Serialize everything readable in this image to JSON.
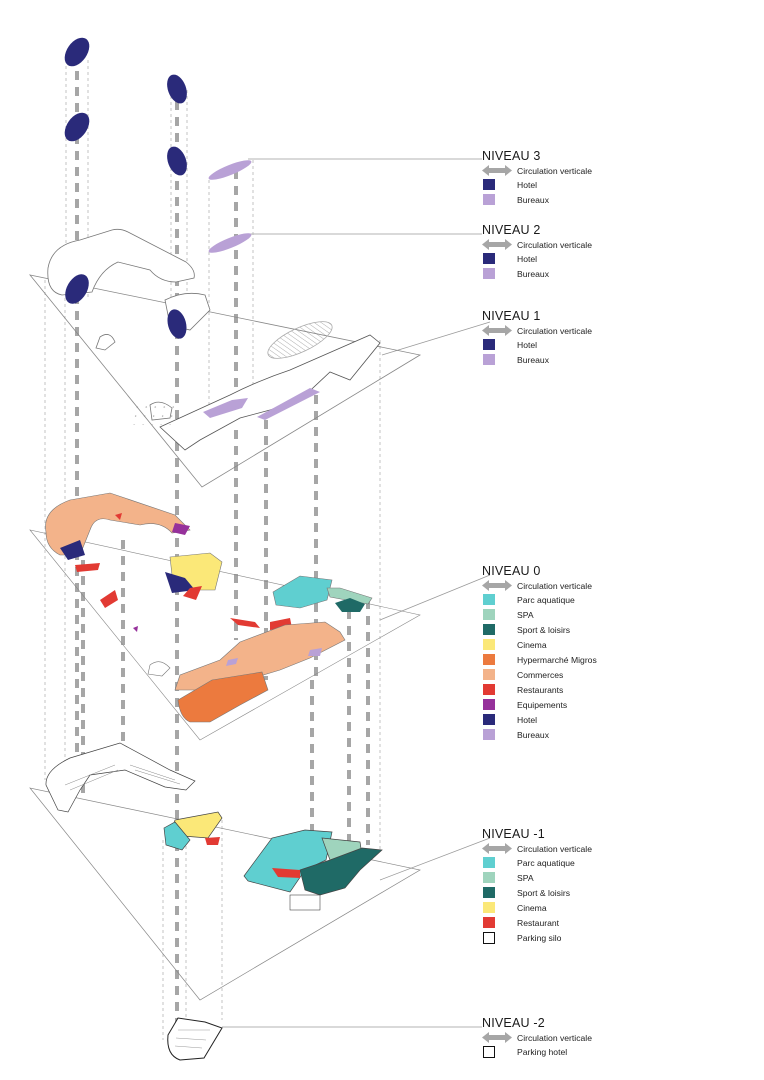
{
  "title": "Exploded axonometric — vertical circulation by level",
  "colors": {
    "hotel": "#2a2a7a",
    "bureaux": "#b9a1d6",
    "parc_aquatique": "#5fcfd0",
    "spa": "#9fd4bd",
    "sport_loisirs": "#1f6a66",
    "cinema": "#fbe878",
    "hypermarche": "#ec7a3e",
    "commerces": "#f3b38a",
    "restaurants": "#e23a33",
    "equipements": "#96319b",
    "circulation": "#a6a6a6",
    "parking": "#ffffff"
  },
  "levels": [
    {
      "id": "niveau-3",
      "title": "NIVEAU 3",
      "items": [
        {
          "label": "Circulation verticale",
          "icon": "double-arrow-icon"
        },
        {
          "label": "Hotel",
          "color": "#2a2a7a"
        },
        {
          "label": "Bureaux",
          "color": "#b9a1d6"
        }
      ]
    },
    {
      "id": "niveau-2",
      "title": "NIVEAU 2",
      "items": [
        {
          "label": "Circulation verticale",
          "icon": "double-arrow-icon"
        },
        {
          "label": "Hotel",
          "color": "#2a2a7a"
        },
        {
          "label": "Bureaux",
          "color": "#b9a1d6"
        }
      ]
    },
    {
      "id": "niveau-1",
      "title": "NIVEAU 1",
      "items": [
        {
          "label": "Circulation verticale",
          "icon": "double-arrow-icon"
        },
        {
          "label": "Hotel",
          "color": "#2a2a7a"
        },
        {
          "label": "Bureaux",
          "color": "#b9a1d6"
        }
      ]
    },
    {
      "id": "niveau-0",
      "title": "NIVEAU 0",
      "items": [
        {
          "label": "Circulation verticale",
          "icon": "double-arrow-icon"
        },
        {
          "label": "Parc aquatique",
          "color": "#5fcfd0"
        },
        {
          "label": "SPA",
          "color": "#9fd4bd"
        },
        {
          "label": "Sport & loisirs",
          "color": "#1f6a66"
        },
        {
          "label": "Cinema",
          "color": "#fbe878"
        },
        {
          "label": "Hypermarché Migros",
          "color": "#ec7a3e"
        },
        {
          "label": "Commerces",
          "color": "#f3b38a"
        },
        {
          "label": "Restaurants",
          "color": "#e23a33"
        },
        {
          "label": "Equipements",
          "color": "#96319b"
        },
        {
          "label": "Hotel",
          "color": "#2a2a7a"
        },
        {
          "label": "Bureaux",
          "color": "#b9a1d6"
        }
      ]
    },
    {
      "id": "niveau-m1",
      "title": "NIVEAU -1",
      "items": [
        {
          "label": "Circulation verticale",
          "icon": "double-arrow-icon"
        },
        {
          "label": "Parc aquatique",
          "color": "#5fcfd0"
        },
        {
          "label": "SPA",
          "color": "#9fd4bd"
        },
        {
          "label": "Sport & loisirs",
          "color": "#1f6a66"
        },
        {
          "label": "Cinema",
          "color": "#fbe878"
        },
        {
          "label": "Restaurant",
          "color": "#e23a33"
        },
        {
          "label": "Parking silo",
          "outline": true
        }
      ]
    },
    {
      "id": "niveau-m2",
      "title": "NIVEAU -2",
      "items": [
        {
          "label": "Circulation verticale",
          "icon": "double-arrow-icon"
        },
        {
          "label": "Parking hotel",
          "outline": true
        }
      ]
    }
  ]
}
